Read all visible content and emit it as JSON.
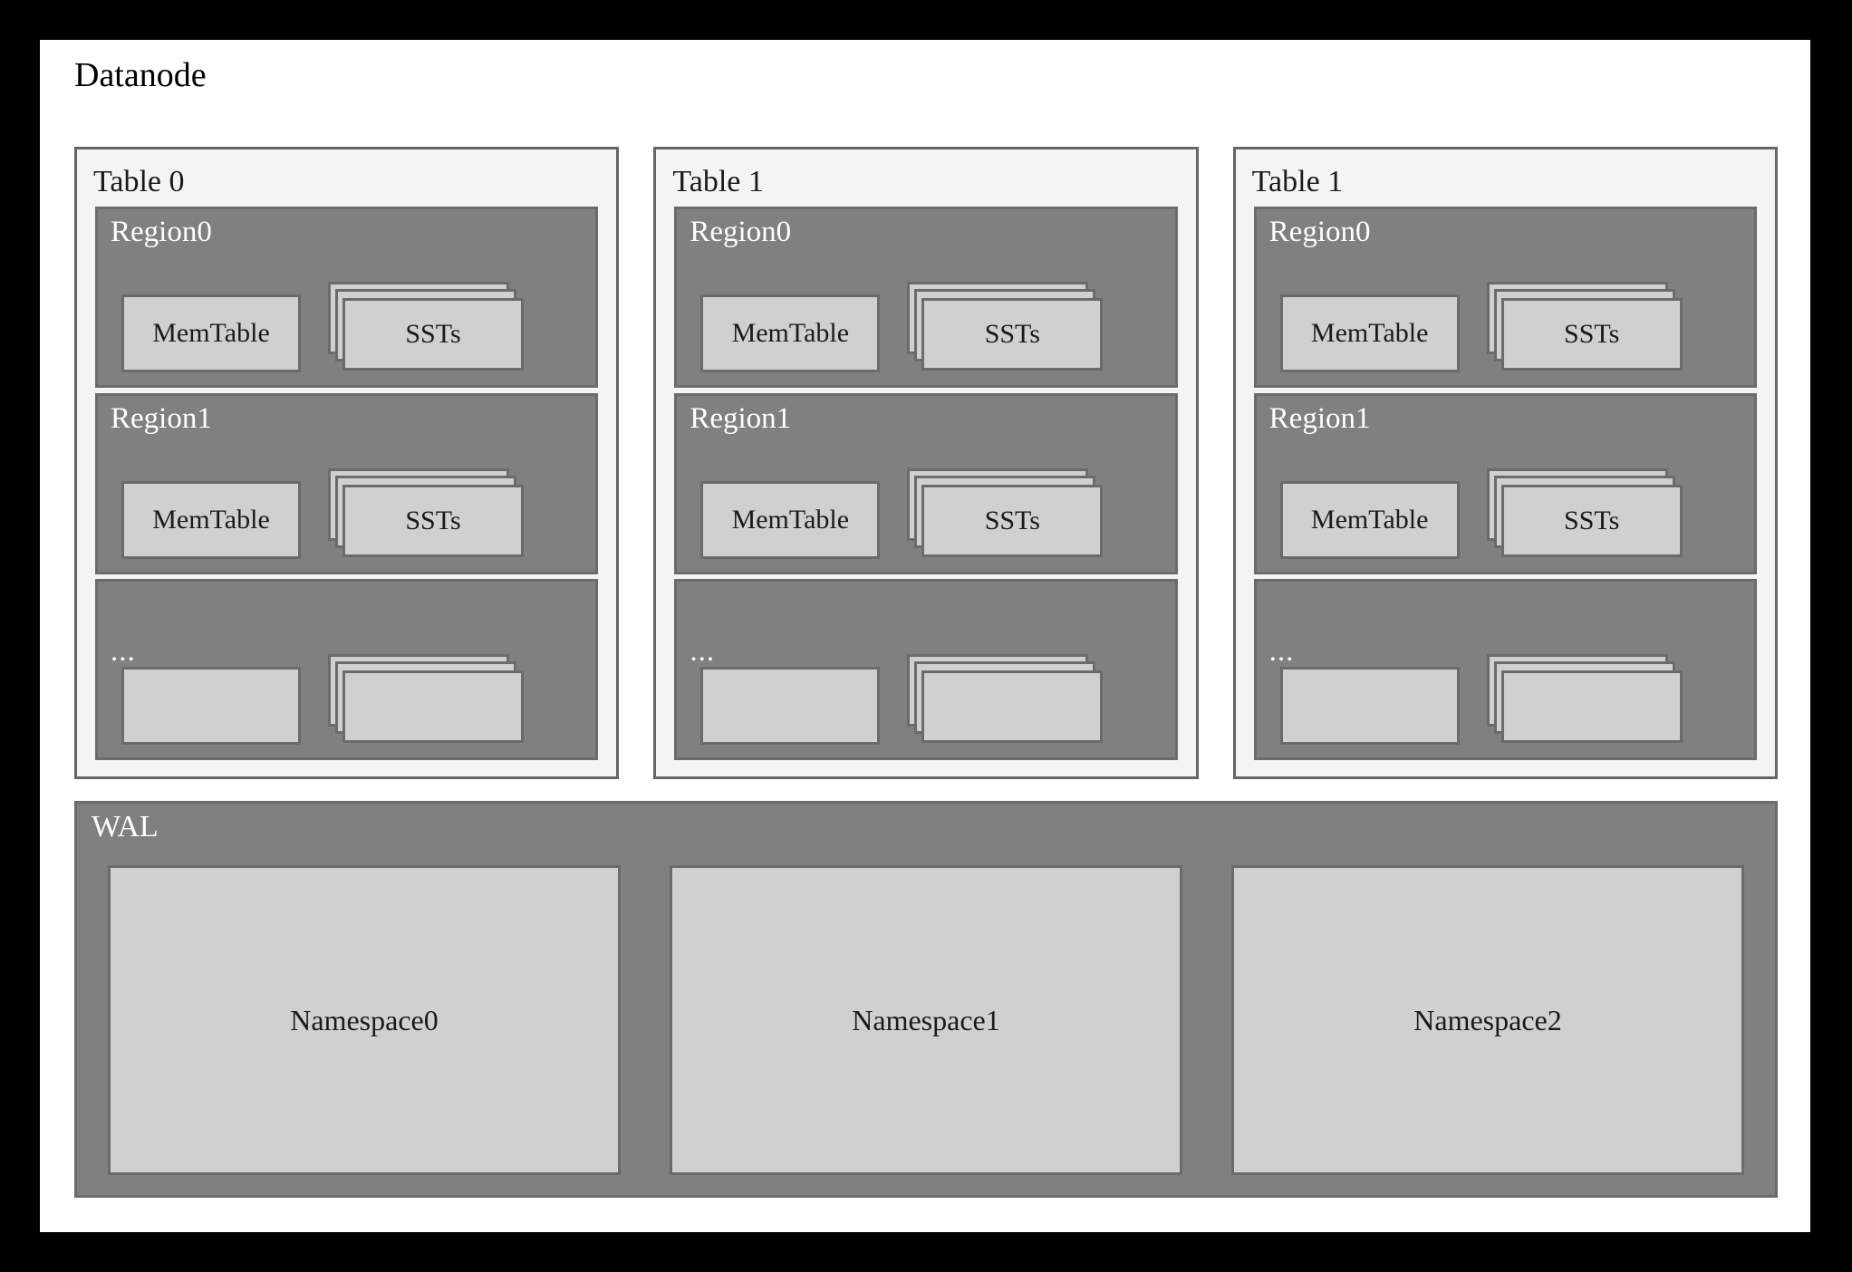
{
  "diagram": {
    "title": "Datanode",
    "colors": {
      "page_background": "#000000",
      "canvas": "#ffffff",
      "panel_fill": "#f4f4f4",
      "panel_border": "#666666",
      "region_fill": "#808080",
      "region_border": "#6b6b6b",
      "card_fill": "#d0d0d0",
      "card_border": "#6b6b6b",
      "light_text": "#ffffff",
      "dark_text": "#1a1a1a"
    }
  },
  "tables": [
    {
      "label": "Table 0",
      "regions": [
        {
          "label": "Region0",
          "memtable": "MemTable",
          "ssts": "SSTs",
          "blank": false
        },
        {
          "label": "Region1",
          "memtable": "MemTable",
          "ssts": "SSTs",
          "blank": false
        },
        {
          "label": "...",
          "memtable": "",
          "ssts": "",
          "blank": true
        }
      ]
    },
    {
      "label": "Table 1",
      "regions": [
        {
          "label": "Region0",
          "memtable": "MemTable",
          "ssts": "SSTs",
          "blank": false
        },
        {
          "label": "Region1",
          "memtable": "MemTable",
          "ssts": "SSTs",
          "blank": false
        },
        {
          "label": "...",
          "memtable": "",
          "ssts": "",
          "blank": true
        }
      ]
    },
    {
      "label": "Table 1",
      "regions": [
        {
          "label": "Region0",
          "memtable": "MemTable",
          "ssts": "SSTs",
          "blank": false
        },
        {
          "label": "Region1",
          "memtable": "MemTable",
          "ssts": "SSTs",
          "blank": false
        },
        {
          "label": "...",
          "memtable": "",
          "ssts": "",
          "blank": true
        }
      ]
    }
  ],
  "wal": {
    "label": "WAL",
    "namespaces": [
      {
        "label": "Namespace0"
      },
      {
        "label": "Namespace1"
      },
      {
        "label": "Namespace2"
      }
    ]
  }
}
